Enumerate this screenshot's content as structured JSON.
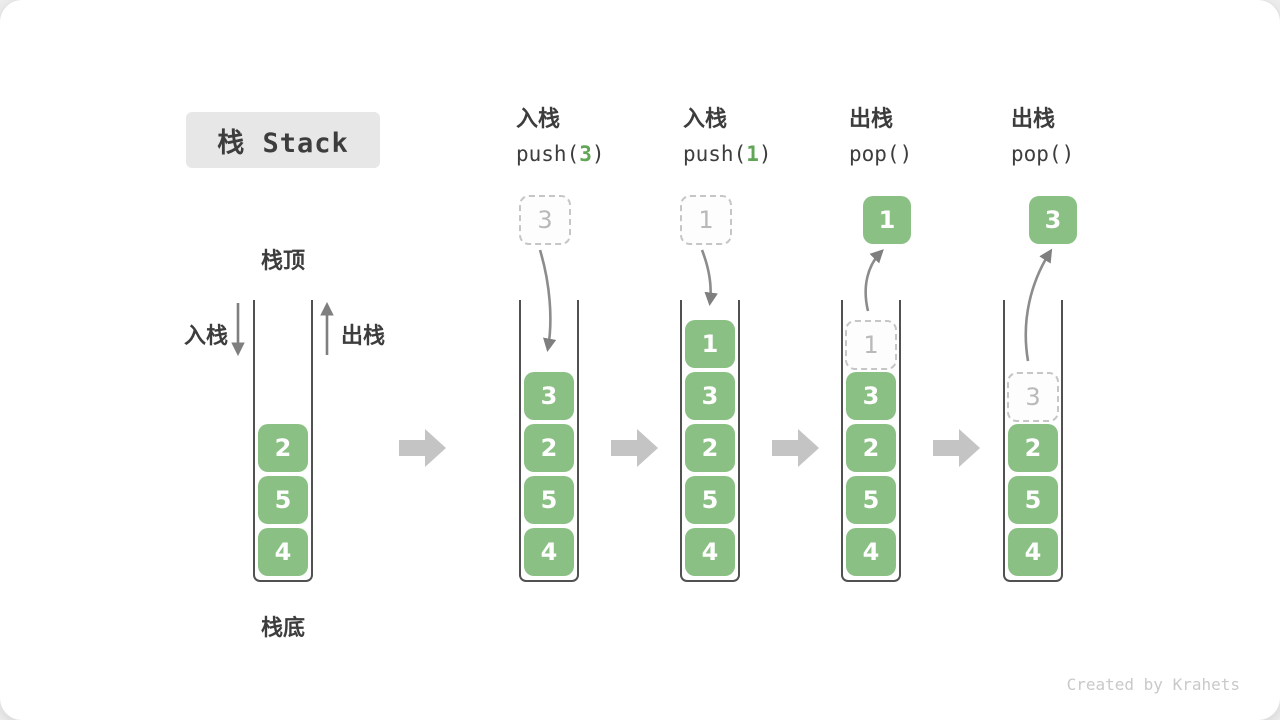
{
  "title": "栈 Stack",
  "watermark": "Created by Krahets",
  "labels": {
    "stack_top": "栈顶",
    "stack_bottom": "栈底",
    "push_in": "入栈",
    "pop_out": "出栈"
  },
  "colors": {
    "block_green": "#8bc085",
    "code_arg_green": "#61a656",
    "dark_text": "#3d3d3d",
    "ghost_text": "#b9b9b9",
    "ghost_border": "#c6c6c6",
    "thin_arrow_gray": "#7f7f7f",
    "fat_arrow_gray": "#c4c4c4",
    "container_wall": "#515151",
    "title_box_bg": "#e7e7e7",
    "watermark_gray": "#c9c9c9"
  },
  "stages": [
    {
      "id": "initial",
      "blocks": [
        "2",
        "5",
        "4"
      ]
    },
    {
      "id": "push-3",
      "header": {
        "label": "入栈",
        "code_prefix": "push(",
        "code_arg": "3",
        "code_suffix": ")"
      },
      "incoming": "3",
      "blocks": [
        "3",
        "2",
        "5",
        "4"
      ]
    },
    {
      "id": "push-1",
      "header": {
        "label": "入栈",
        "code_prefix": "push(",
        "code_arg": "1",
        "code_suffix": ")"
      },
      "incoming": "1",
      "blocks": [
        "1",
        "3",
        "2",
        "5",
        "4"
      ]
    },
    {
      "id": "pop-1",
      "header": {
        "label": "出栈",
        "code_prefix": "pop(",
        "code_arg": "",
        "code_suffix": ")"
      },
      "popped": "1",
      "ghost_slot": "1",
      "blocks": [
        "3",
        "2",
        "5",
        "4"
      ]
    },
    {
      "id": "pop-3",
      "header": {
        "label": "出栈",
        "code_prefix": "pop(",
        "code_arg": "",
        "code_suffix": ")"
      },
      "popped": "3",
      "ghost_slot": "3",
      "blocks": [
        "2",
        "5",
        "4"
      ]
    }
  ]
}
